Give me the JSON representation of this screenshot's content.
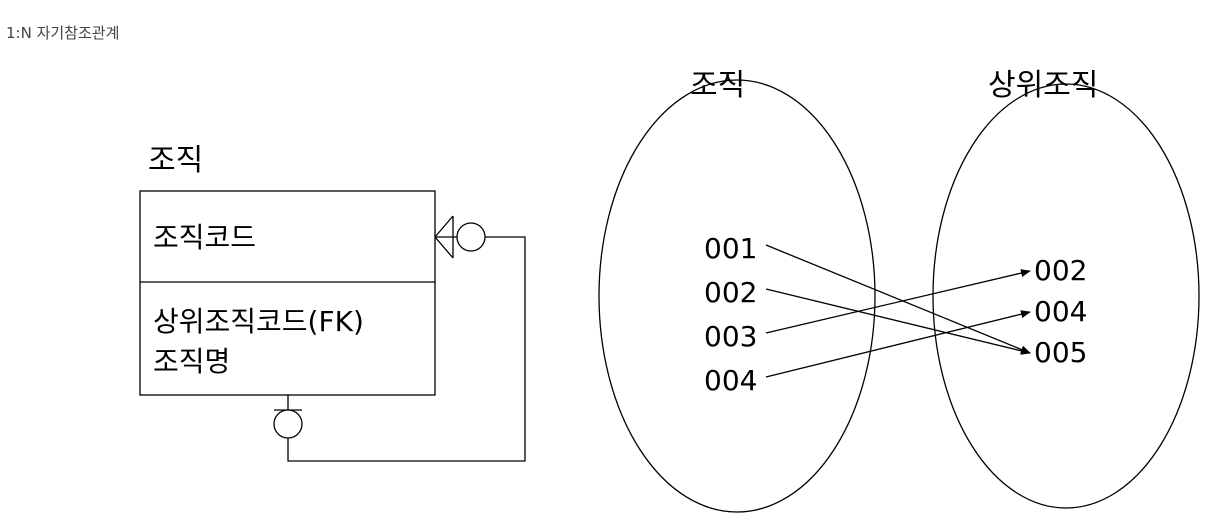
{
  "caption": "1:N 자기참조관계",
  "entity": {
    "name": "조직",
    "primary_key": "조직코드",
    "attributes": [
      "상위조직코드(FK)",
      "조직명"
    ]
  },
  "sets": {
    "left": {
      "name": "조직",
      "items": [
        "001",
        "002",
        "003",
        "004"
      ]
    },
    "right": {
      "name": "상위조직",
      "items": [
        "002",
        "004",
        "005"
      ]
    }
  },
  "mappings": [
    {
      "from": "001",
      "to": "005"
    },
    {
      "from": "002",
      "to": "005"
    },
    {
      "from": "003",
      "to": "002"
    },
    {
      "from": "004",
      "to": "004"
    }
  ],
  "colors": {
    "line": "#000000",
    "caption": "#444444"
  }
}
